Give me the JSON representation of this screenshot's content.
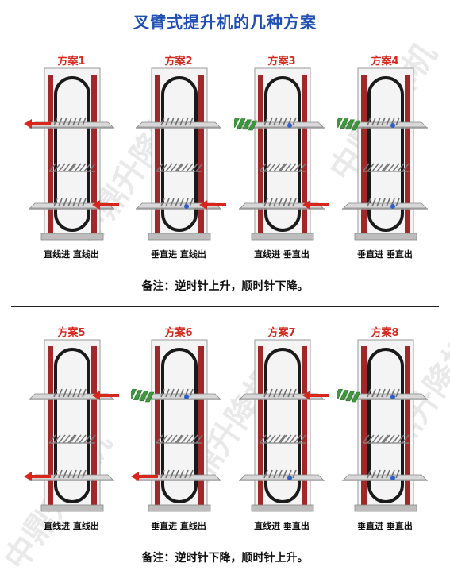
{
  "title": "叉臂式提升机的几种方案",
  "watermark": "中鼎升降机",
  "notes": [
    "备注：逆时针上升，顺时针下降。",
    "备注：逆时针下降，顺时针上升。"
  ],
  "schemes": [
    {
      "label": "方案1",
      "caption": "直线进 直线出",
      "arrows": [
        {
          "level": "top",
          "dir": "out",
          "side": "left"
        },
        {
          "level": "bottom",
          "dir": "in",
          "side": "right"
        }
      ],
      "conveyors": []
    },
    {
      "label": "方案2",
      "caption": "垂直进 直线出",
      "arrows": [
        {
          "level": "bottom",
          "dir": "in",
          "side": "right"
        }
      ],
      "conveyors": [
        "bottom"
      ]
    },
    {
      "label": "方案3",
      "caption": "直线进 垂直出",
      "arrows": [
        {
          "level": "bottom",
          "dir": "in",
          "side": "right"
        }
      ],
      "conveyors": [
        "top"
      ]
    },
    {
      "label": "方案4",
      "caption": "垂直进 垂直出",
      "arrows": [],
      "conveyors": [
        "top",
        "bottom"
      ]
    },
    {
      "label": "方案5",
      "caption": "直线进 直线出",
      "arrows": [
        {
          "level": "top",
          "dir": "in",
          "side": "right"
        },
        {
          "level": "bottom",
          "dir": "out",
          "side": "left"
        }
      ],
      "conveyors": []
    },
    {
      "label": "方案6",
      "caption": "垂直进 直线出",
      "arrows": [
        {
          "level": "bottom",
          "dir": "out",
          "side": "left"
        }
      ],
      "conveyors": [
        "top"
      ]
    },
    {
      "label": "方案7",
      "caption": "直线进 垂直出",
      "arrows": [
        {
          "level": "top",
          "dir": "in",
          "side": "right"
        }
      ],
      "conveyors": [
        "bottom"
      ]
    },
    {
      "label": "方案8",
      "caption": "垂直进 垂直出",
      "arrows": [],
      "conveyors": [
        "top",
        "bottom"
      ]
    }
  ]
}
